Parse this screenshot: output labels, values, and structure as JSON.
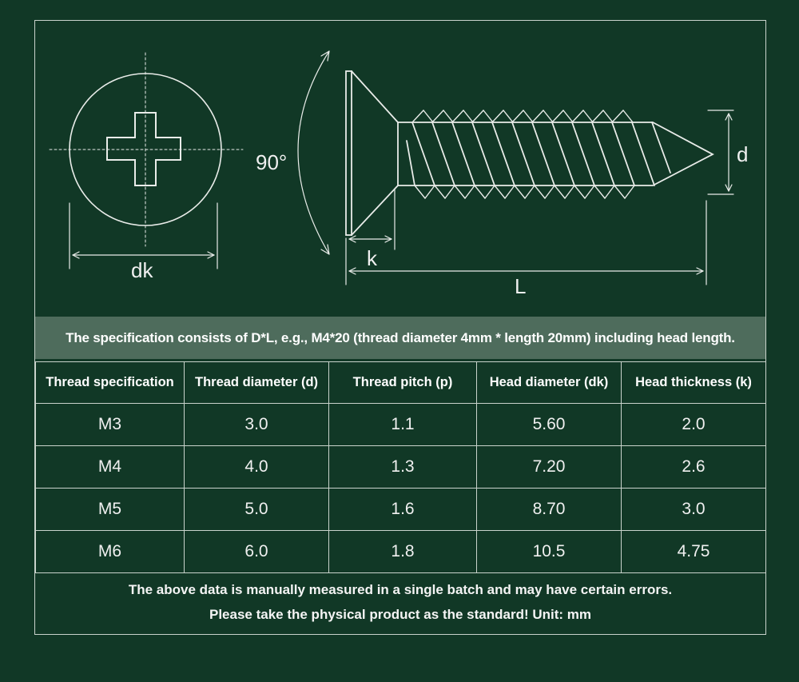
{
  "diagram": {
    "angle_label": "90°",
    "dk_label": "dk",
    "k_label": "k",
    "L_label": "L",
    "d_label": "d"
  },
  "banner": {
    "text": "The specification consists of D*L, e.g., M4*20 (thread diameter 4mm * length 20mm) including head length."
  },
  "table": {
    "headers": [
      "Thread specification",
      "Thread diameter (d)",
      "Thread pitch (p)",
      "Head diameter (dk)",
      "Head thickness (k)"
    ],
    "rows": [
      [
        "M3",
        "3.0",
        "1.1",
        "5.60",
        "2.0"
      ],
      [
        "M4",
        "4.0",
        "1.3",
        "7.20",
        "2.6"
      ],
      [
        "M5",
        "5.0",
        "1.6",
        "8.70",
        "3.0"
      ],
      [
        "M6",
        "6.0",
        "1.8",
        "10.5",
        "4.75"
      ]
    ]
  },
  "note": {
    "line1": "The above data is manually measured in a single batch and may have certain errors.",
    "line2": "Please take the physical product as the standard! Unit: mm"
  },
  "colors": {
    "background": "#113826",
    "banner": "#4e6c5c",
    "line": "#e6e6e6"
  }
}
